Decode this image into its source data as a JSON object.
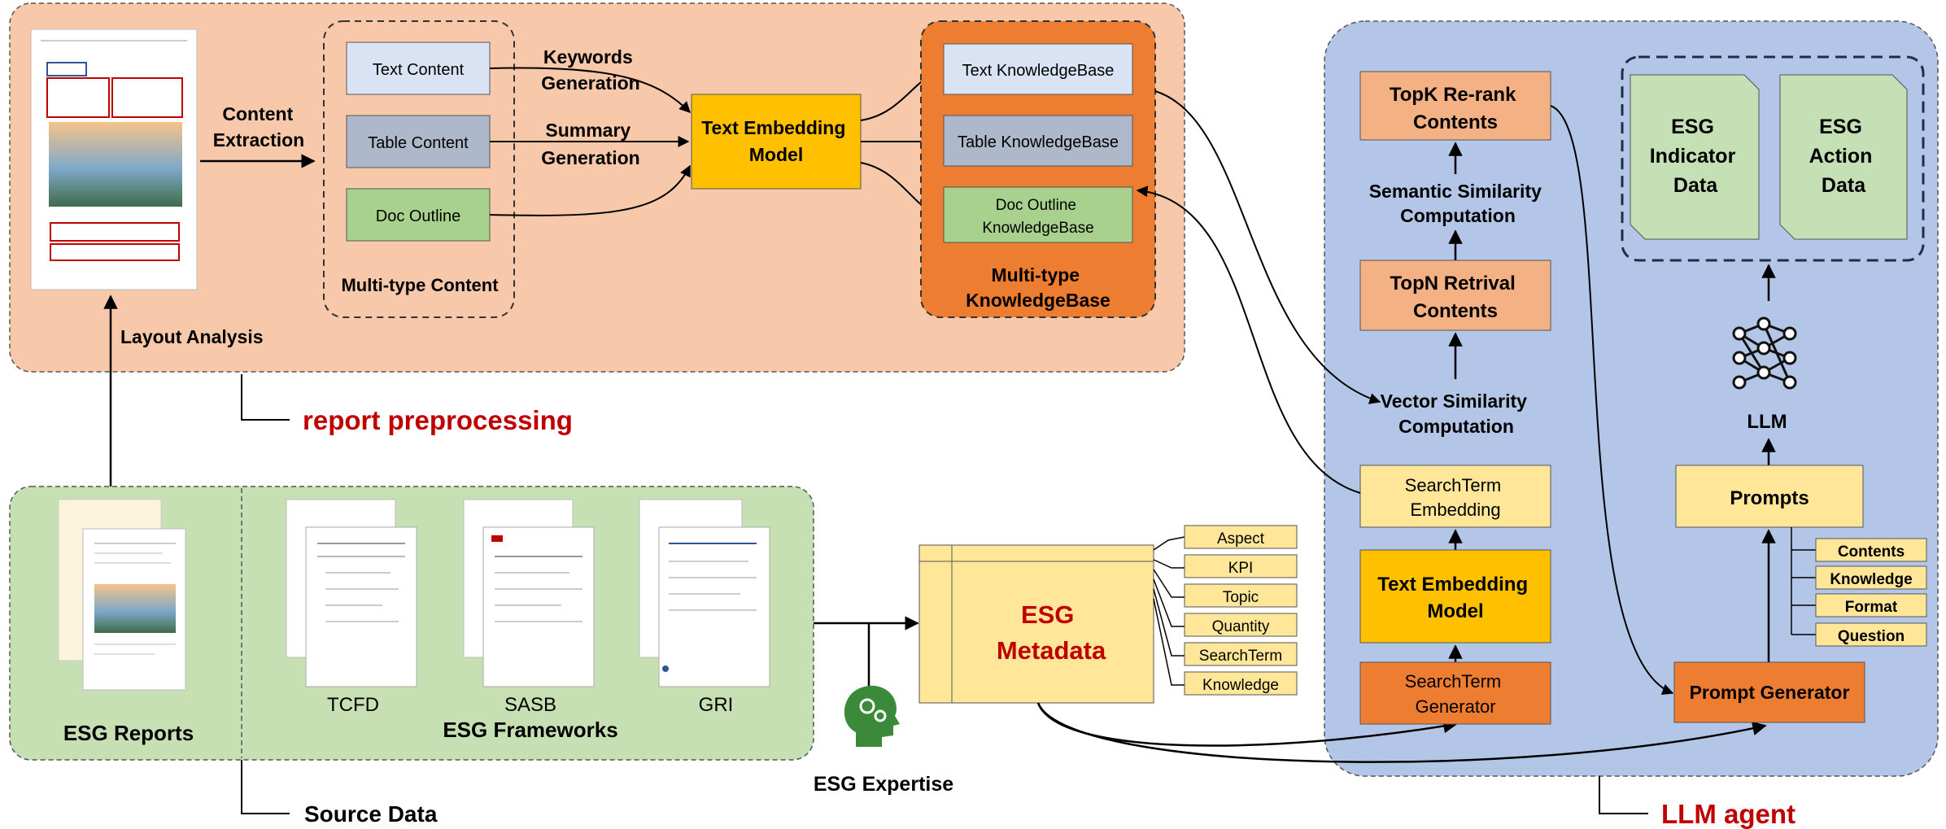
{
  "colors": {
    "preprocess_bg": "#f7c8aa",
    "source_bg": "#c6e0b4",
    "agent_bg": "#b4c6e7",
    "kb_orange": "#ed7d31",
    "light_orange": "#f4b183",
    "yellow": "#ffc000",
    "light_yellow": "#ffe699",
    "light_blue_box": "#dae3f3",
    "grey_blue_box": "#adb9ca",
    "green_box": "#a9d18e",
    "light_green_doc": "#c5e0b4",
    "red_text": "#c00000",
    "icon_green": "#3a8a3a"
  },
  "preprocessing": {
    "content_extraction": [
      "Content",
      "Extraction"
    ],
    "layout_analysis": "Layout Analysis",
    "content_items": [
      "Text Content",
      "Table Content",
      "Doc Outline"
    ],
    "multi_type_content": "Multi-type  Content",
    "keywords_generation": [
      "Keywords",
      "Generation"
    ],
    "summary_generation": [
      "Summary",
      "Generation"
    ],
    "text_embedding_model": [
      "Text Embedding",
      "Model"
    ],
    "kb_items": {
      "text": "Text KnowledgeBase",
      "table": "Table KnowledgeBase",
      "doc": [
        "Doc Outline",
        "KnowledgeBase"
      ]
    },
    "multi_type_kb": [
      "Multi-type",
      "KnowledgeBase"
    ],
    "section_label": "report preprocessing"
  },
  "source": {
    "esg_reports": "ESG Reports",
    "frameworks": [
      "TCFD",
      "SASB",
      "GRI"
    ],
    "esg_frameworks": "ESG Frameworks",
    "section_label": "Source Data"
  },
  "metadata": {
    "title": [
      "ESG",
      "Metadata"
    ],
    "fields": [
      "Aspect",
      "KPI",
      "Topic",
      "Quantity",
      "SearchTerm",
      "Knowledge"
    ],
    "expertise": "ESG Expertise"
  },
  "agent": {
    "topk": [
      "TopK Re-rank",
      "Contents"
    ],
    "semantic": [
      "Semantic Similarity",
      "Computation"
    ],
    "topn": [
      "TopN Retrival",
      "Contents"
    ],
    "vector": [
      "Vector Similarity",
      "Computation"
    ],
    "searchterm_embedding": [
      "SearchTerm",
      "Embedding"
    ],
    "text_embedding_model": [
      "Text Embedding",
      "Model"
    ],
    "searchterm_generator": [
      "SearchTerm",
      "Generator"
    ],
    "indicator": [
      "ESG",
      "Indicator",
      "Data"
    ],
    "action": [
      "ESG",
      "Action",
      "Data"
    ],
    "llm": "LLM",
    "prompts": "Prompts",
    "prompt_items": [
      "Contents",
      "Knowledge",
      "Format",
      "Question"
    ],
    "prompt_generator": "Prompt Generator",
    "section_label": "LLM agent"
  }
}
